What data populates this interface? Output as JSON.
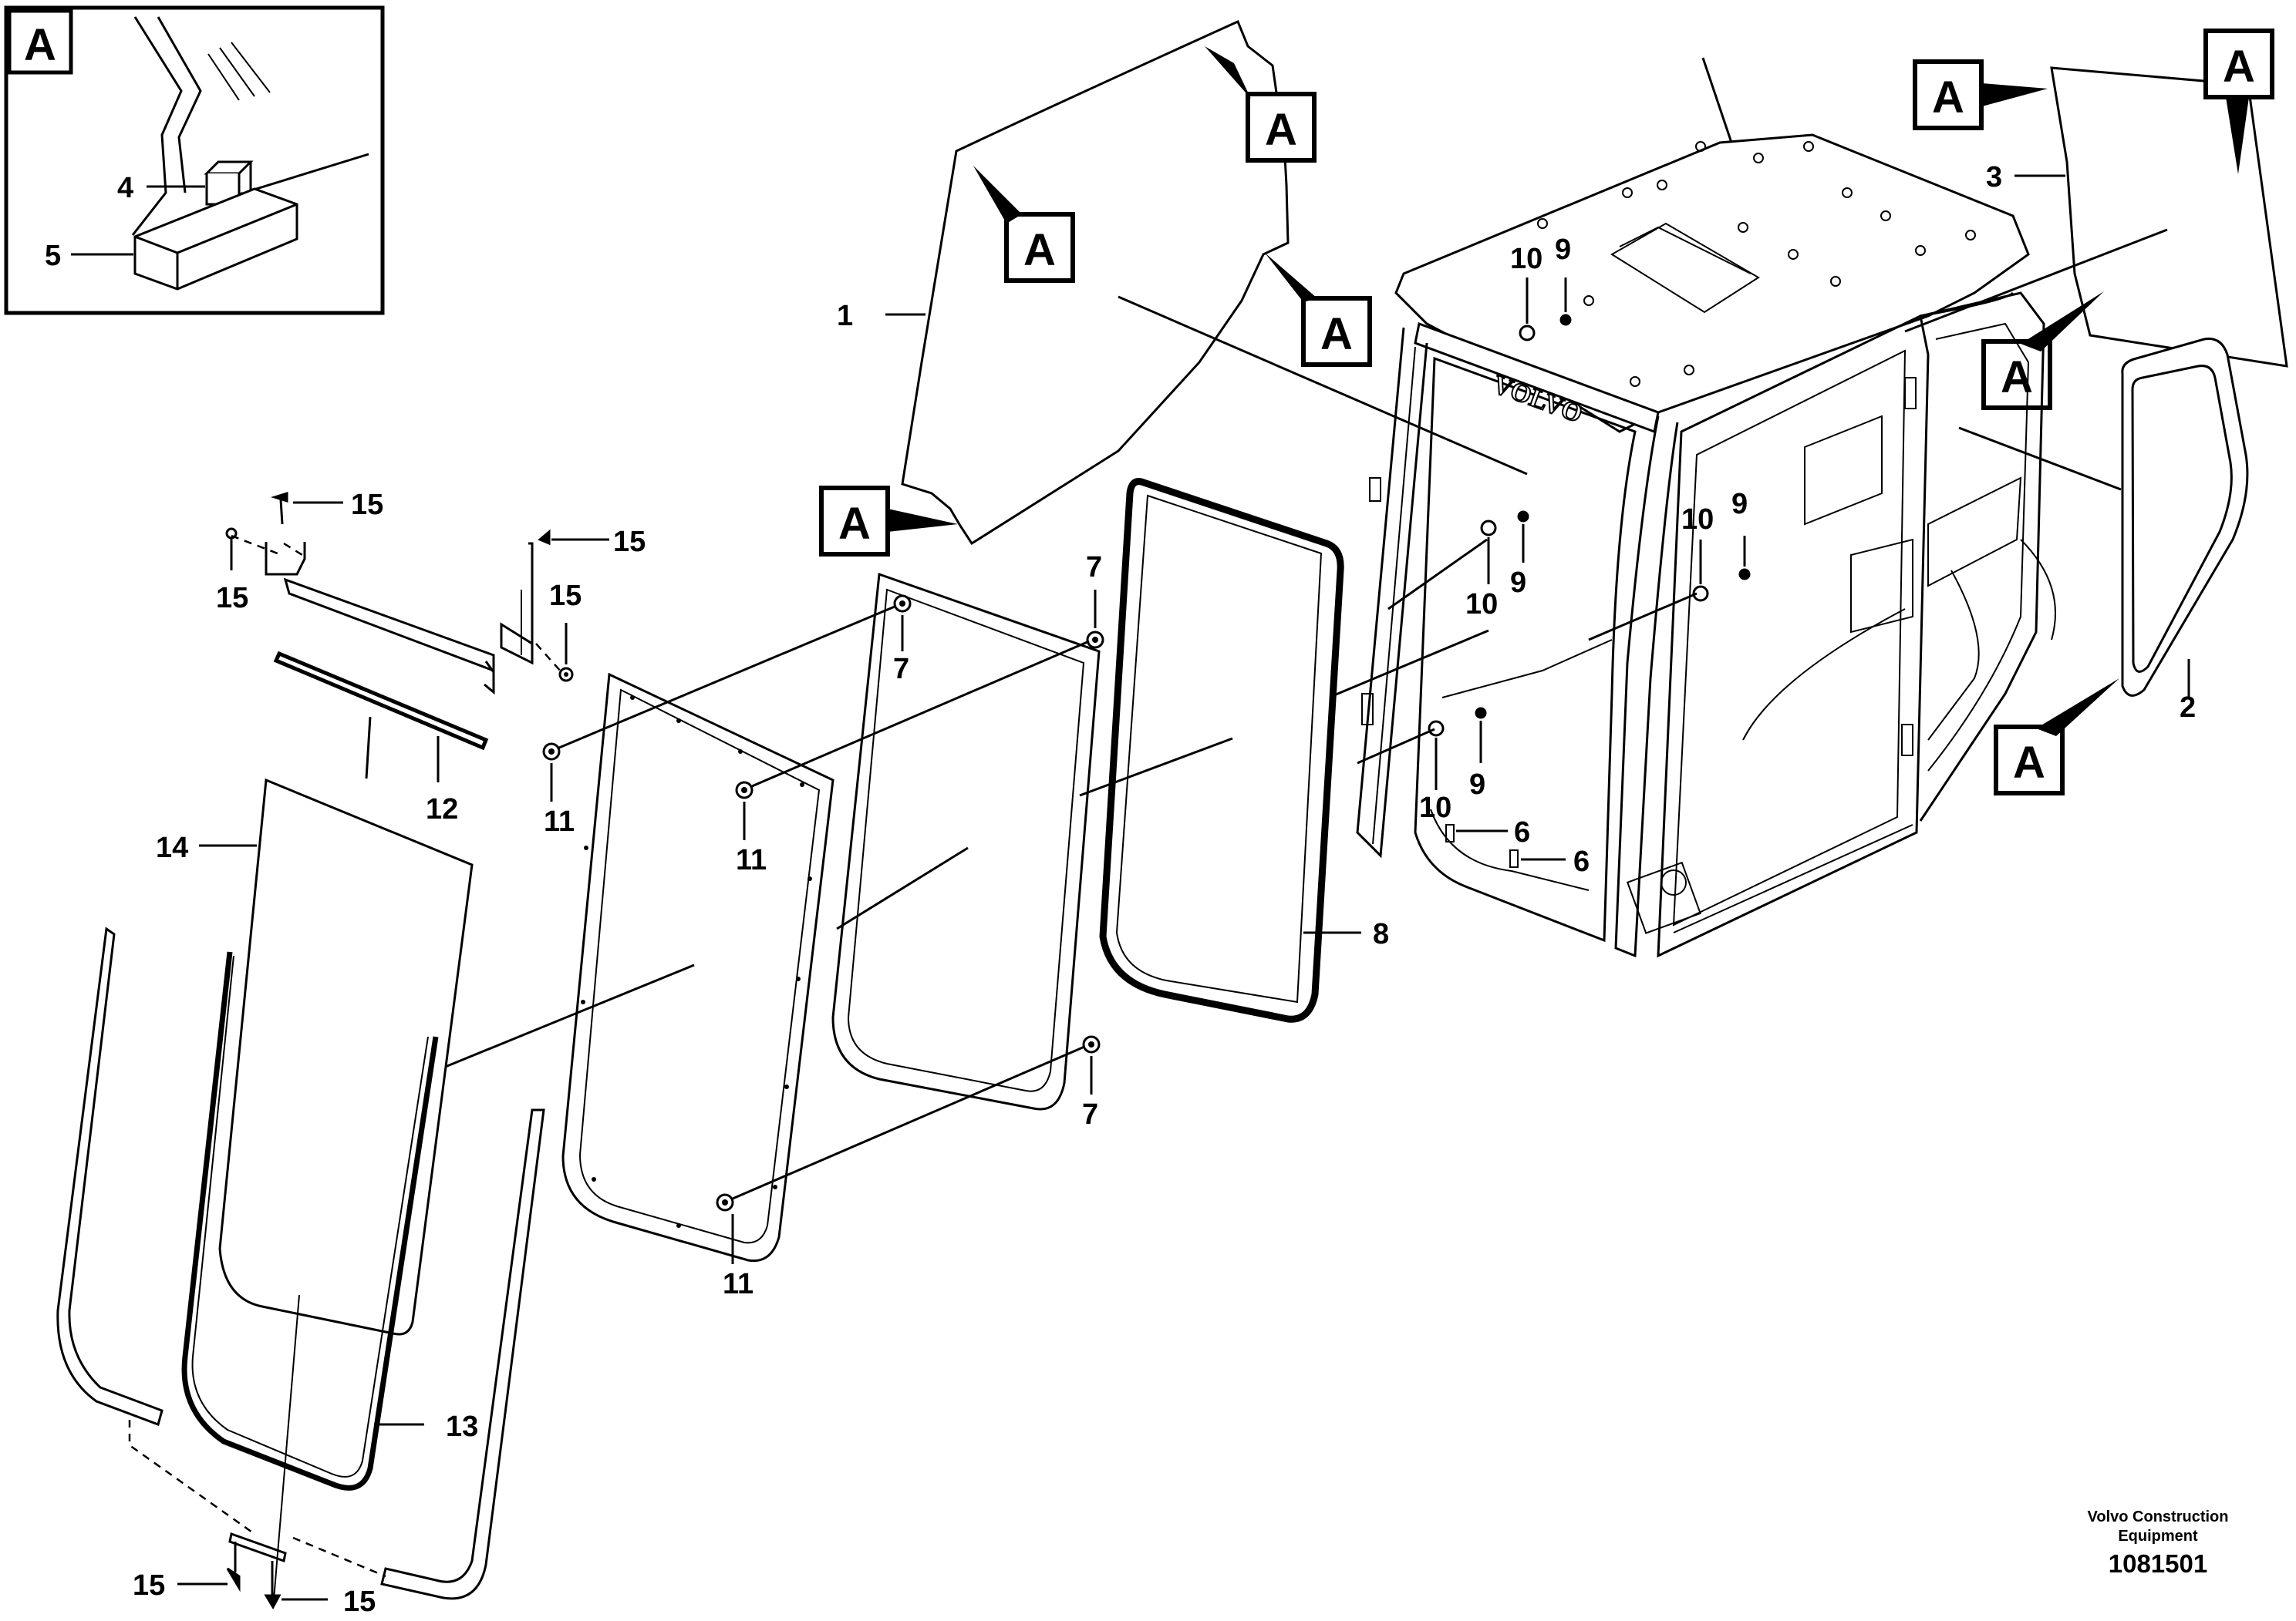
{
  "detail_label": "A",
  "glass_marker": "A",
  "callouts": {
    "n1": "1",
    "n2": "2",
    "n3": "3",
    "n4": "4",
    "n5": "5",
    "n6": "6",
    "n7": "7",
    "n8": "8",
    "n9": "9",
    "n10": "10",
    "n11": "11",
    "n12": "12",
    "n13": "13",
    "n14": "14",
    "n15": "15"
  },
  "cab_logo": "VOLVO",
  "brand_line1": "Volvo Construction",
  "brand_line2": "Equipment",
  "document_number": "1081501"
}
